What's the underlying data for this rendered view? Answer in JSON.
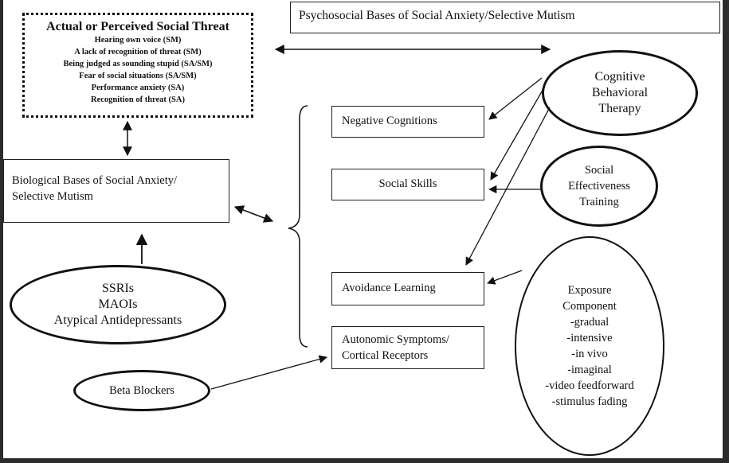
{
  "threat_box": {
    "title": "Actual or Perceived Social Threat",
    "items": [
      "Hearing own voice (SM)",
      "A lack of recognition of threat (SM)",
      "Being judged as sounding stupid (SA/SM)",
      "Fear of social situations (SA/SM)",
      "Performance anxiety (SA)",
      "Recognition of threat (SA)"
    ]
  },
  "psychosocial_box": {
    "label": "Psychosocial Bases of Social Anxiety/Selective Mutism"
  },
  "biological_box": {
    "line1": "Biological Bases of Social Anxiety/",
    "line2": "Selective Mutism"
  },
  "medication_ellipse": {
    "lines": [
      "SSRIs",
      "MAOIs",
      "Atypical Antidepressants"
    ]
  },
  "beta_ellipse": {
    "label": "Beta Blockers"
  },
  "negative_cognitions": {
    "label": "Negative Cognitions"
  },
  "social_skills": {
    "label": "Social Skills"
  },
  "avoidance_learning": {
    "label": "Avoidance Learning"
  },
  "autonomic_box": {
    "line1": "Autonomic Symptoms/",
    "line2": "Cortical Receptors"
  },
  "cbt_ellipse": {
    "lines": [
      "Cognitive",
      "Behavioral",
      "Therapy"
    ]
  },
  "set_ellipse": {
    "lines": [
      "Social",
      "Effectiveness",
      "Training"
    ]
  },
  "exposure_ellipse": {
    "lines": [
      "Exposure",
      "Component",
      "-gradual",
      "-intensive",
      "-in vivo",
      "-imaginal",
      "-video feedforward",
      "-stimulus fading"
    ]
  }
}
